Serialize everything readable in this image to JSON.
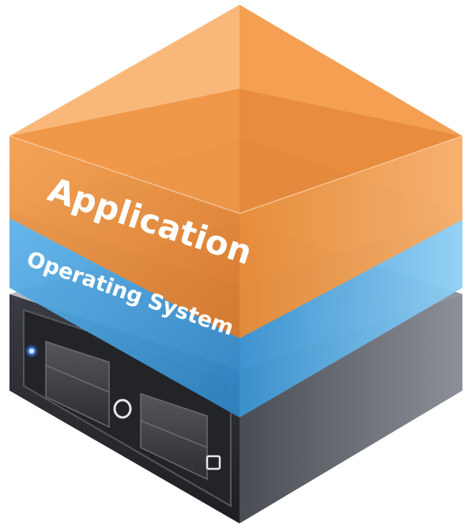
{
  "diagram": {
    "layers": [
      {
        "id": "application",
        "label": "Application",
        "color": "#F08A2E"
      },
      {
        "id": "operating-system",
        "label": "Operating System",
        "color": "#3E9BD6"
      },
      {
        "id": "server",
        "color": "#2E2F35"
      }
    ],
    "server_details": {
      "power_led_color": "#3A7BFF"
    }
  }
}
